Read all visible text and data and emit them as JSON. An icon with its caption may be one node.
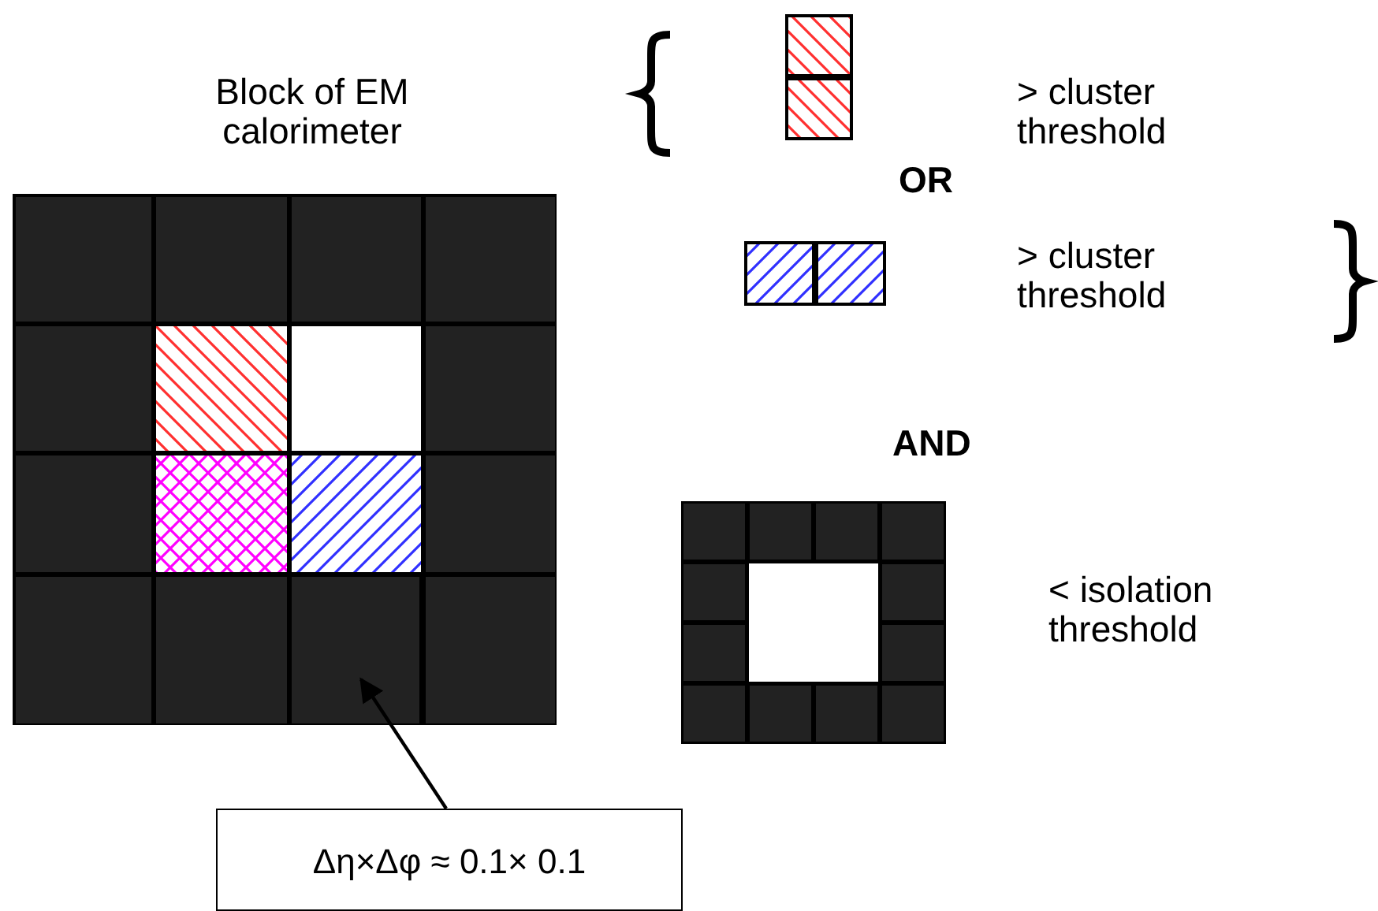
{
  "diagram": {
    "nodes": [
      {
        "text": [],
        "shape": "box"
      },
      {
        "text": [
          "Δη×Δφ ≈ 0.1× 0.1"
        ]
      }
    ],
    "edges": [
      {
        "from": 1,
        "to": 0,
        "arrow": "to"
      }
    ],
    "labels": [
      "Block of EM calorimeter",
      "> cluster threshold",
      "OR",
      "> cluster threshold",
      "AND",
      "< isolation threshold"
    ]
  }
}
